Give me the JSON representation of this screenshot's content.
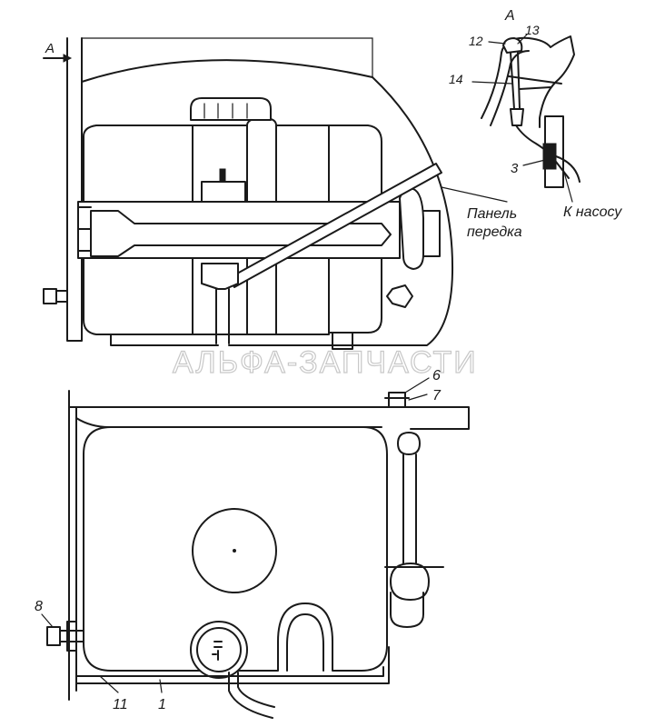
{
  "labels": {
    "view_a_arrow": "А",
    "view_a_title": "А",
    "panel_line1": "Панель",
    "panel_line2": "передка",
    "to_pump": "К насосу",
    "n1": "1",
    "n3": "3",
    "n6": "6",
    "n7": "7",
    "n8": "8",
    "n11": "11",
    "n12": "12",
    "n13": "13",
    "n14": "14"
  },
  "watermark": "АЛЬФА-ЗАПЧАСТИ"
}
